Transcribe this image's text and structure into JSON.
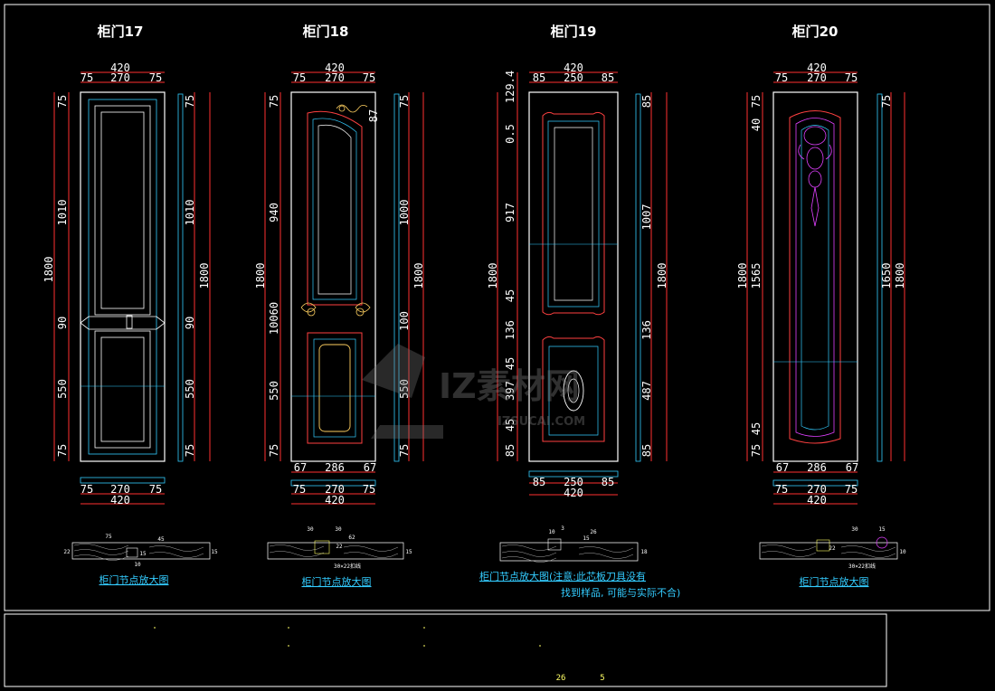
{
  "doors": [
    {
      "title": "柜门17",
      "top_width": "420",
      "top_side_left": "75",
      "top_middle": "270",
      "top_side_right": "75",
      "left_total": "1800",
      "left_segments": [
        "75",
        "1010",
        "90",
        "550",
        "75"
      ],
      "right_total": "1800",
      "right_segments": [
        "75",
        "1010",
        "90",
        "550",
        "75"
      ],
      "bottom_row1": [
        "",
        "",
        ""
      ],
      "bottom_row2": [
        "75",
        "270",
        "75"
      ],
      "bottom_width": "420",
      "detail_labels": [
        "75",
        "45",
        "22",
        "15",
        "15",
        "10"
      ],
      "caption": "柜门节点放大图"
    },
    {
      "title": "柜门18",
      "top_width": "420",
      "top_side_left": "75",
      "top_middle": "270",
      "top_side_right": "75",
      "top_extra": "87",
      "left_total": "1800",
      "left_segments": [
        "75",
        "940",
        "10060",
        "550",
        "75"
      ],
      "right_total": "1800",
      "right_segments": [
        "75",
        "1000",
        "100",
        "550",
        "75"
      ],
      "bottom_row1": [
        "67",
        "286",
        "67"
      ],
      "bottom_row2": [
        "75",
        "270",
        "75"
      ],
      "bottom_width": "420",
      "detail_labels": [
        "30",
        "30",
        "62",
        "22",
        "15",
        "30×22扣线"
      ],
      "caption": "柜门节点放大图"
    },
    {
      "title": "柜门19",
      "top_width": "420",
      "top_side_left": "85",
      "top_middle": "250",
      "top_side_right": "85",
      "left_total": "1800",
      "left_segments": [
        "129.4",
        "0.5",
        "917",
        "45",
        "136",
        "45",
        "397",
        "45",
        "85"
      ],
      "right_total": "1800",
      "right_segments": [
        "85",
        "1007",
        "136",
        "487",
        "85"
      ],
      "bottom_row1": [
        "",
        "",
        ""
      ],
      "bottom_row2": [
        "85",
        "250",
        "85"
      ],
      "bottom_width": "420",
      "detail_labels": [
        "10",
        "3",
        "26",
        "15",
        "18"
      ],
      "caption": "柜门节点放大图(注意:此芯板刀具没有",
      "caption2": "找到样品, 可能与实际不合)"
    },
    {
      "title": "柜门20",
      "top_width": "420",
      "top_side_left": "75",
      "top_middle": "270",
      "top_side_right": "75",
      "left_total": "1800",
      "left_segments": [
        "75",
        "40",
        "1565",
        "45",
        "75"
      ],
      "right_total": "1800",
      "right_segments": [
        "75",
        "1650"
      ],
      "bottom_row1": [
        "67",
        "286",
        "67"
      ],
      "bottom_row2": [
        "75",
        "270",
        "75"
      ],
      "bottom_width": "420",
      "detail_labels": [
        "30",
        "15",
        "22",
        "10",
        "30×22扣线"
      ],
      "caption": "柜门节点放大图"
    }
  ],
  "watermark": {
    "brand": "IZ素材网",
    "url": "IZSUCAI.COM"
  },
  "title_block": {
    "sheet": "26",
    "count": "5"
  },
  "colors": {
    "background": "#000000",
    "dimension": "#ff3030",
    "outline": "#ffffff",
    "inner_line": "#33ccff",
    "molding_red": "#ff4040",
    "carving_magenta": "#e040ff",
    "carving_yellow": "#ffd060",
    "dim_text": "#ffffff",
    "caption": "#33ccff"
  }
}
